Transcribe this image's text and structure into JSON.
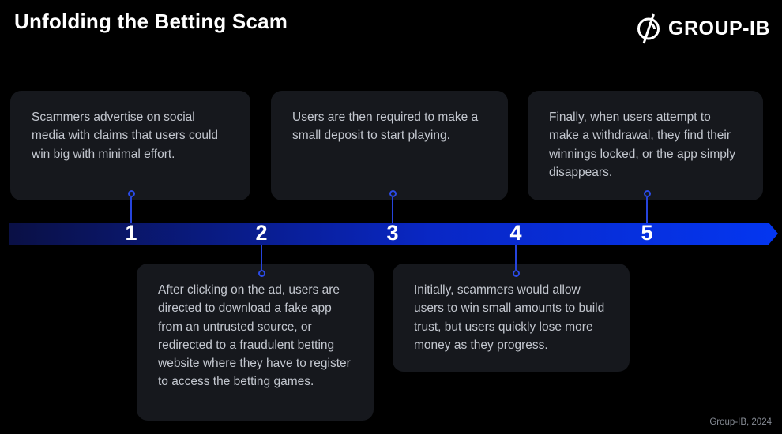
{
  "header": {
    "title": "Unfolding the Betting Scam",
    "brand": "GROUP-IB"
  },
  "timeline": {
    "steps": [
      {
        "number": "1",
        "position": "above",
        "text": "Scammers advertise on social media with claims that users could win big with minimal effort."
      },
      {
        "number": "2",
        "position": "below",
        "text": "After clicking on the ad, users are directed to download a fake app from an untrusted source, or redirected to a fraudulent betting website where they have to register to access the betting games."
      },
      {
        "number": "3",
        "position": "above",
        "text": "Users are then required to make a small deposit to start playing."
      },
      {
        "number": "4",
        "position": "below",
        "text": "Initially, scammers would allow users to win small amounts to build trust, but users quickly lose more money as they progress."
      },
      {
        "number": "5",
        "position": "above",
        "text": "Finally, when users attempt to make a withdrawal, they find their winnings locked, or the app simply disappears."
      }
    ]
  },
  "footer": {
    "credit": "Group-IB, 2024"
  },
  "colors": {
    "background": "#000000",
    "card_background": "#16181D",
    "card_text": "#C3C7CF",
    "bar_gradient_start": "#0A1045",
    "bar_gradient_end": "#0436F0",
    "connector_blue": "#2B4BE6",
    "number_text": "#FFFFFF",
    "credit_text": "#868B94"
  }
}
